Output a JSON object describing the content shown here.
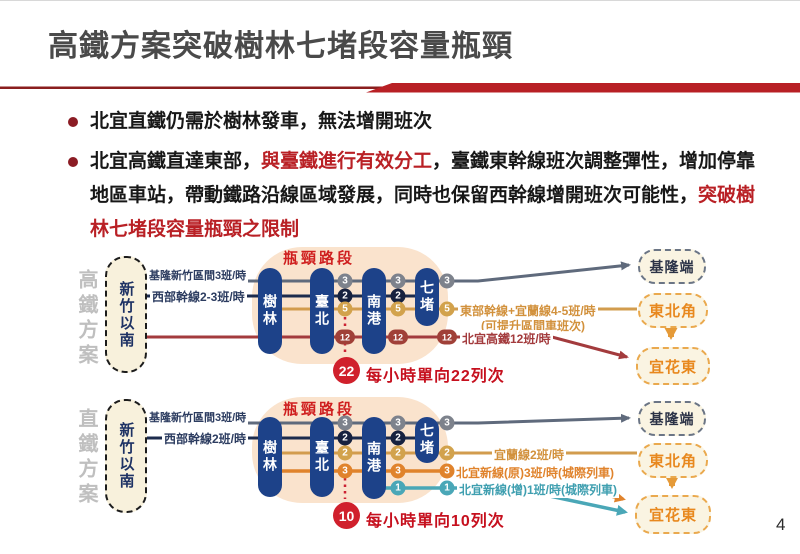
{
  "page": {
    "title": "高鐵方案突破樹林七堵段容量瓶頸",
    "page_number": "4"
  },
  "bullets": {
    "b1": "北宜直鐵仍需於樹林發車，無法增開班次",
    "b2": {
      "p1": "北宜高鐵直達東部，",
      "p2": "與臺鐵進行有效分工",
      "p3": "，臺鐵東幹線班次調整彈性，增加停靠地區車站，帶動鐵路沿線區域發展，同時也保留西幹線增開班次可能性，",
      "p4": "突破樹林七堵段容量瓶頸之限制"
    }
  },
  "colors": {
    "accent_red": "#b92025",
    "station_blue": "#1d4289",
    "blob_peach": "#fae3cd",
    "badge_gray": "#7d828c",
    "badge_navy": "#16213f",
    "badge_tan": "#d2a24c",
    "badge_red": "#a04038",
    "badge_orange": "#e0832c",
    "badge_teal": "#4aa7b7",
    "total_red": "#d0202c"
  },
  "d1": {
    "side_label": "高鐵方案",
    "origin": "新竹以南",
    "bottleneck": "瓶頸路段",
    "stations": [
      "樹林",
      "臺北",
      "南港",
      "七堵"
    ],
    "line_labels": {
      "keelung_hsinchu": "基隆新竹區間3班/時",
      "western": "西部幹線2-3班/時",
      "eastern": "東部幹線+宜蘭線4-5班/時",
      "eastern_note": "(可提升區間車班次)",
      "hsr": "北宜高鐵12班/時"
    },
    "badges": {
      "c1": [
        "3",
        "2",
        "5",
        "12"
      ],
      "c2": [
        "3",
        "2",
        "5",
        "12"
      ],
      "c3": [
        "3",
        "5",
        "12"
      ]
    },
    "total": "22",
    "total_label": "每小時單向22列次",
    "destinations": [
      "基隆端",
      "東北角",
      "宜花東"
    ]
  },
  "d2": {
    "side_label": "直鐵方案",
    "origin": "新竹以南",
    "bottleneck": "瓶頸路段",
    "stations": [
      "樹林",
      "臺北",
      "南港",
      "七堵"
    ],
    "line_labels": {
      "keelung_hsinchu": "基隆新竹區間3班/時",
      "western": "西部幹線2班/時",
      "yilan": "宜蘭線2班/時",
      "new_orig": "北宜新線(原)3班/時(城際列車)",
      "new_added": "北宜新線(增)1班/時(城際列車)"
    },
    "badges": {
      "c1": [
        "3",
        "2",
        "2",
        "3"
      ],
      "c2": [
        "3",
        "2",
        "2",
        "3",
        "1"
      ],
      "c3": [
        "3",
        "2",
        "3",
        "1"
      ]
    },
    "total": "10",
    "total_label": "每小時單向10列次",
    "destinations": [
      "基隆端",
      "東北角",
      "宜花東"
    ]
  }
}
